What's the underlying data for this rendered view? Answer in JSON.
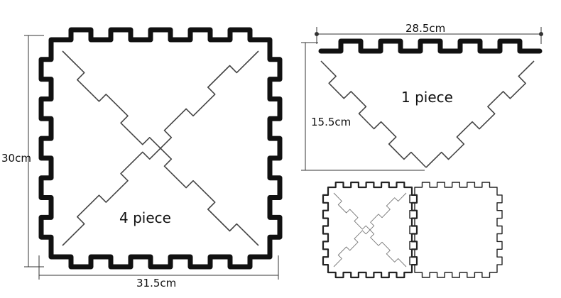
{
  "labels": {
    "width_large": "31.5cm",
    "height_large": "30cm",
    "pieces_large": "4 piece",
    "width_triangle": "28.5cm",
    "height_triangle": "15.5cm",
    "pieces_triangle": "1 piece"
  },
  "colors": {
    "outline": "#111111",
    "cut_line": "#444444",
    "dimension_line": "#333333",
    "background": "#ffffff"
  }
}
